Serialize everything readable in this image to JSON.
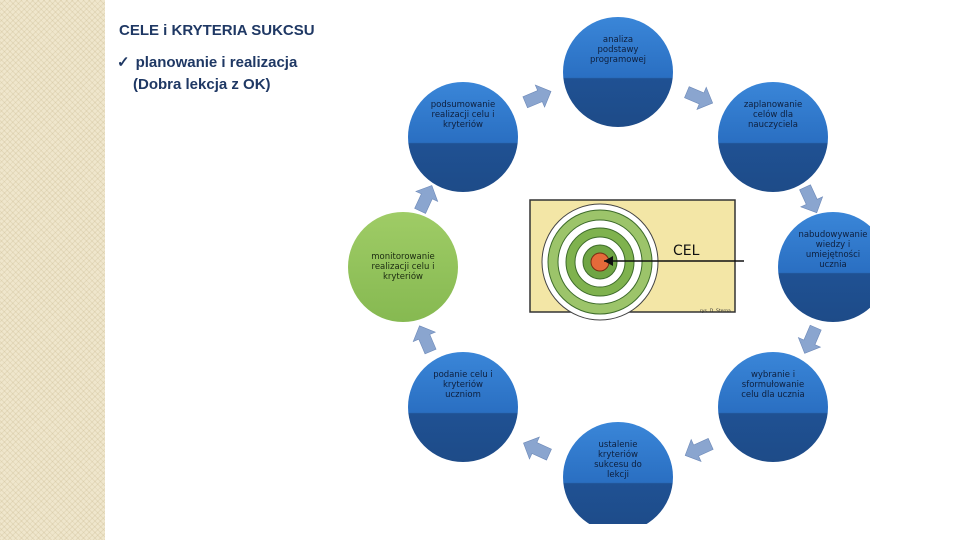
{
  "slide": {
    "title": "CELE i KRYTERIA SUKCSU",
    "bullet_icon": "checkmark-icon",
    "bullet_line1": "planowanie i realizacja",
    "bullet_line2": "(Dobra lekcja z OK)"
  },
  "cycle": {
    "node_color_blue": "#2e74c6",
    "node_color_dark": "#1e4f8c",
    "node_color_green": "#93c35e",
    "arrow_color": "#8aa5cf",
    "nodes": [
      {
        "id": "analiza",
        "lines": [
          "analiza",
          "podstawy",
          "programowej"
        ],
        "color": "blue"
      },
      {
        "id": "zaplanowanie",
        "lines": [
          "zaplanowanie",
          "celów dla",
          "nauczyciela"
        ],
        "color": "blue"
      },
      {
        "id": "nabudowywanie",
        "lines": [
          "nabudowywanie",
          "wiedzy i",
          "umiejętności",
          "ucznia"
        ],
        "color": "blue"
      },
      {
        "id": "wybranie",
        "lines": [
          "wybranie i",
          "sformułowanie",
          "celu dla ucznia"
        ],
        "color": "blue"
      },
      {
        "id": "ustalenie",
        "lines": [
          "ustalenie",
          "kryteriów",
          "sukcesu do",
          "lekcji"
        ],
        "color": "blue"
      },
      {
        "id": "podanie",
        "lines": [
          "podanie celu i",
          "kryteriów",
          "uczniom"
        ],
        "color": "blue"
      },
      {
        "id": "monitorowanie",
        "lines": [
          "monitorowanie",
          "realizacji celu i",
          "kryteriów"
        ],
        "color": "green"
      },
      {
        "id": "podsumowanie",
        "lines": [
          "podsumowanie",
          "realizacji celu i",
          "kryteriów"
        ],
        "color": "blue"
      }
    ]
  },
  "target": {
    "label": "CEL",
    "credit": "rys. D. Sterna",
    "icon": "target-icon"
  }
}
